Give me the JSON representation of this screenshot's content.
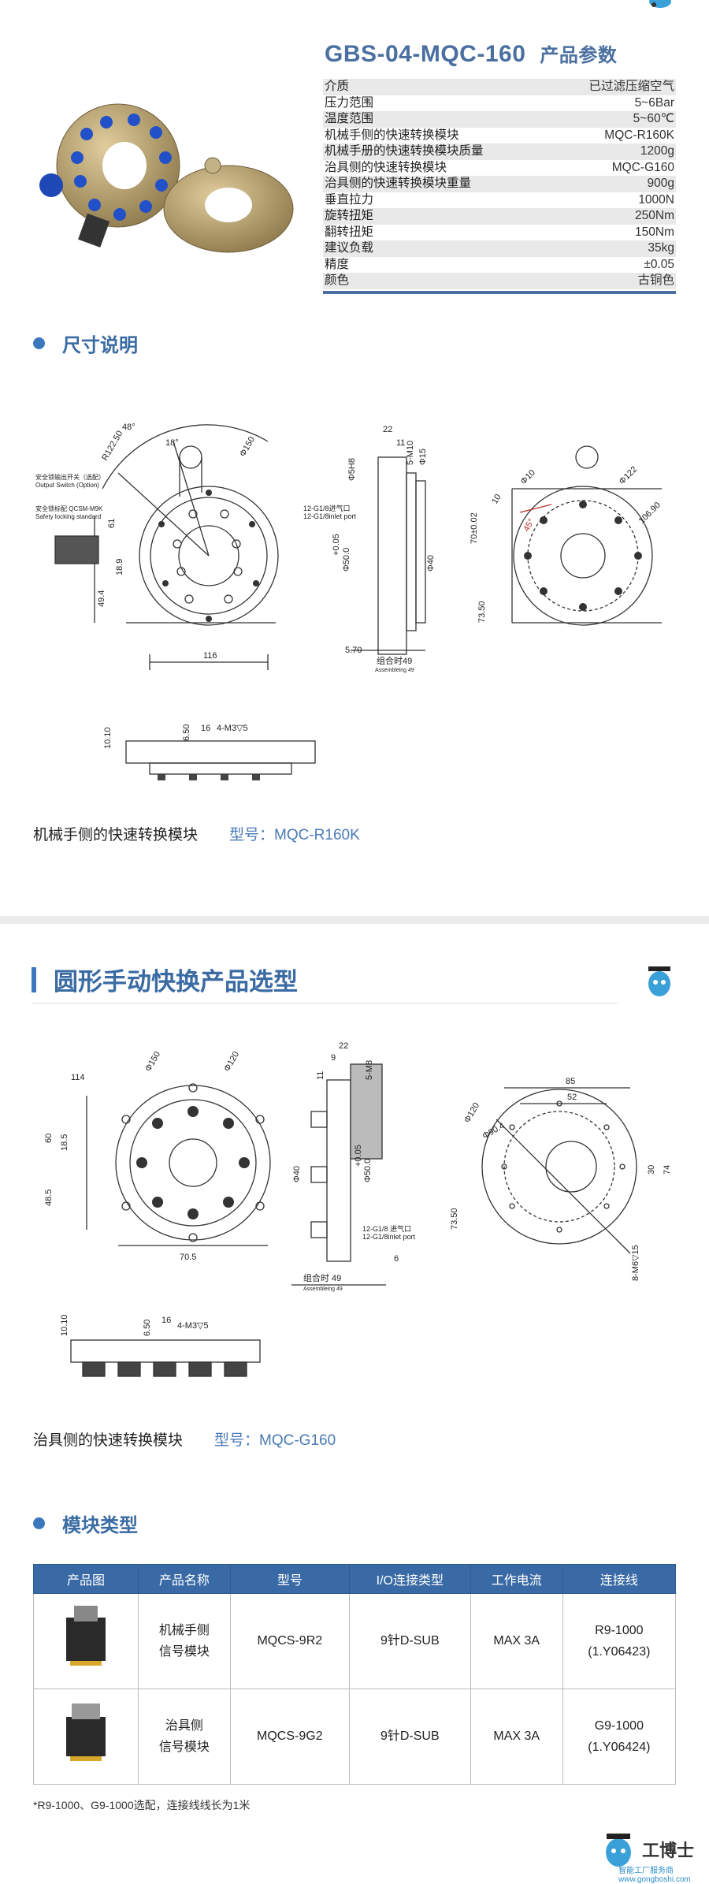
{
  "header": {
    "title": "GBS-04-MQC-160",
    "subtitle": "产品参数"
  },
  "specs": [
    {
      "k": "介质",
      "v": "已过滤压缩空气"
    },
    {
      "k": "压力范围",
      "v": "5~6Bar"
    },
    {
      "k": "温度范围",
      "v": "5~60℃"
    },
    {
      "k": "机械手侧的快速转换模块",
      "v": "MQC-R160K"
    },
    {
      "k": "机械手册的快速转换模块质量",
      "v": "1200g"
    },
    {
      "k": "治具侧的快速转换模块",
      "v": "MQC-G160"
    },
    {
      "k": "治具侧的快速转换模块重量",
      "v": "900g"
    },
    {
      "k": "垂直拉力",
      "v": "1000N"
    },
    {
      "k": "旋转扭矩",
      "v": "250Nm"
    },
    {
      "k": "翻转扭矩",
      "v": "150Nm"
    },
    {
      "k": "建议负载",
      "v": "35kg"
    },
    {
      "k": "精度",
      "v": "±0.05"
    },
    {
      "k": "颜色",
      "v": "古铜色"
    }
  ],
  "section1": {
    "title": "尺寸说明"
  },
  "drawing1": {
    "angle48": "48°",
    "angle18": "18°",
    "r": "R122.50",
    "d150": "Φ150",
    "switch_label": "安全锁输出开关（选配）",
    "switch_label_en": "Output Switch (Option)",
    "lock_label": "安全锁标配 QCSM-M9K",
    "lock_label_en": "Safety locking standard",
    "d61": "61",
    "d189": "18.9",
    "d494": "49.4",
    "d116": "116",
    "s22": "22",
    "s11": "11",
    "s5h8": "Φ5H8",
    "s5m10": "5-M10",
    "s15": "Φ15",
    "s12g": "12-G1/8进气口",
    "s12g_en": "12-G1/8inlet port",
    "s005": "+0.05",
    "s500": "Φ50.0",
    "s40": "Φ40",
    "s570": "5.70",
    "s49": "组合时49",
    "s49en": "Assembleing 49",
    "r10": "Φ10",
    "r122": "Φ122",
    "r7002": "70±0.02",
    "r10b": "10",
    "r45": "45°",
    "r10690": "106.90",
    "r7350": "73.50",
    "b1010": "10.10",
    "b650": "6.50",
    "b16": "16",
    "b4m3": "4-M3▽5"
  },
  "caption1": {
    "text": "机械手侧的快速转换模块",
    "model": "型号：MQC-R160K"
  },
  "section2": {
    "title": "圆形手动快换产品选型"
  },
  "drawing2": {
    "d150": "Φ150",
    "d120": "Φ120",
    "d114": "114",
    "d60": "60",
    "d185": "18.5",
    "d485": "48.5",
    "d705": "70.5",
    "s22": "22",
    "s9": "9",
    "s11": "11",
    "s5m8": "5-M8",
    "s40": "Φ40",
    "s005": "+0.05",
    "s500": "Φ50.0",
    "s12g": "12-G1/8 进气口",
    "s12g_en": "12-G1/8inlet port",
    "s6": "6",
    "s49": "组合时 49",
    "s49en": "Assembleing 49",
    "r85": "85",
    "r52": "52",
    "r120": "Φ120",
    "r904": "Φ90.4",
    "r30": "30",
    "r74": "74",
    "r7350": "73.50",
    "r8m6": "8-M6▽15",
    "b1010": "10.10",
    "b650": "6.50",
    "b16": "16",
    "b4m3": "4-M3▽5"
  },
  "caption2": {
    "text": "治具侧的快速转换模块",
    "model": "型号：MQC-G160"
  },
  "section3": {
    "title": "模块类型"
  },
  "table": {
    "headers": [
      "产品图",
      "产品名称",
      "型号",
      "I/O连接类型",
      "工作电流",
      "连接线"
    ],
    "rows": [
      {
        "name1": "机械手侧",
        "name2": "信号模块",
        "model": "MQCS-9R2",
        "io": "9针D-SUB",
        "current": "MAX 3A",
        "cable1": "R9-1000",
        "cable2": "(1.Y06423)"
      },
      {
        "name1": "治具侧",
        "name2": "信号模块",
        "model": "MQCS-9G2",
        "io": "9针D-SUB",
        "current": "MAX 3A",
        "cable1": "G9-1000",
        "cable2": "(1.Y06424)"
      }
    ]
  },
  "note": "*R9-1000、G9-1000选配，连接线线长为1米",
  "footer": {
    "logo": "工博士",
    "site": "智能工厂服务商 www.gongboshi.com"
  },
  "colors": {
    "accent": "#3a6ba3",
    "brass": "#b39a6a",
    "blue_plug": "#1f4fb8"
  }
}
